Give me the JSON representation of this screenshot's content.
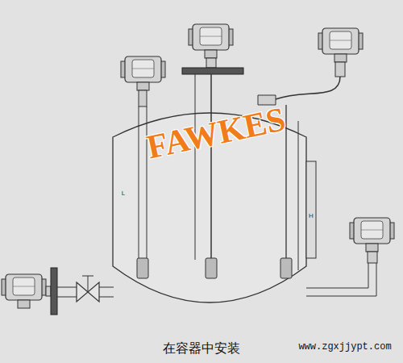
{
  "diagram": {
    "caption": "在容器中安装",
    "labels": [
      "FAWKES",
      "L",
      "H",
      "www.zgxjjypt.com"
    ]
  }
}
